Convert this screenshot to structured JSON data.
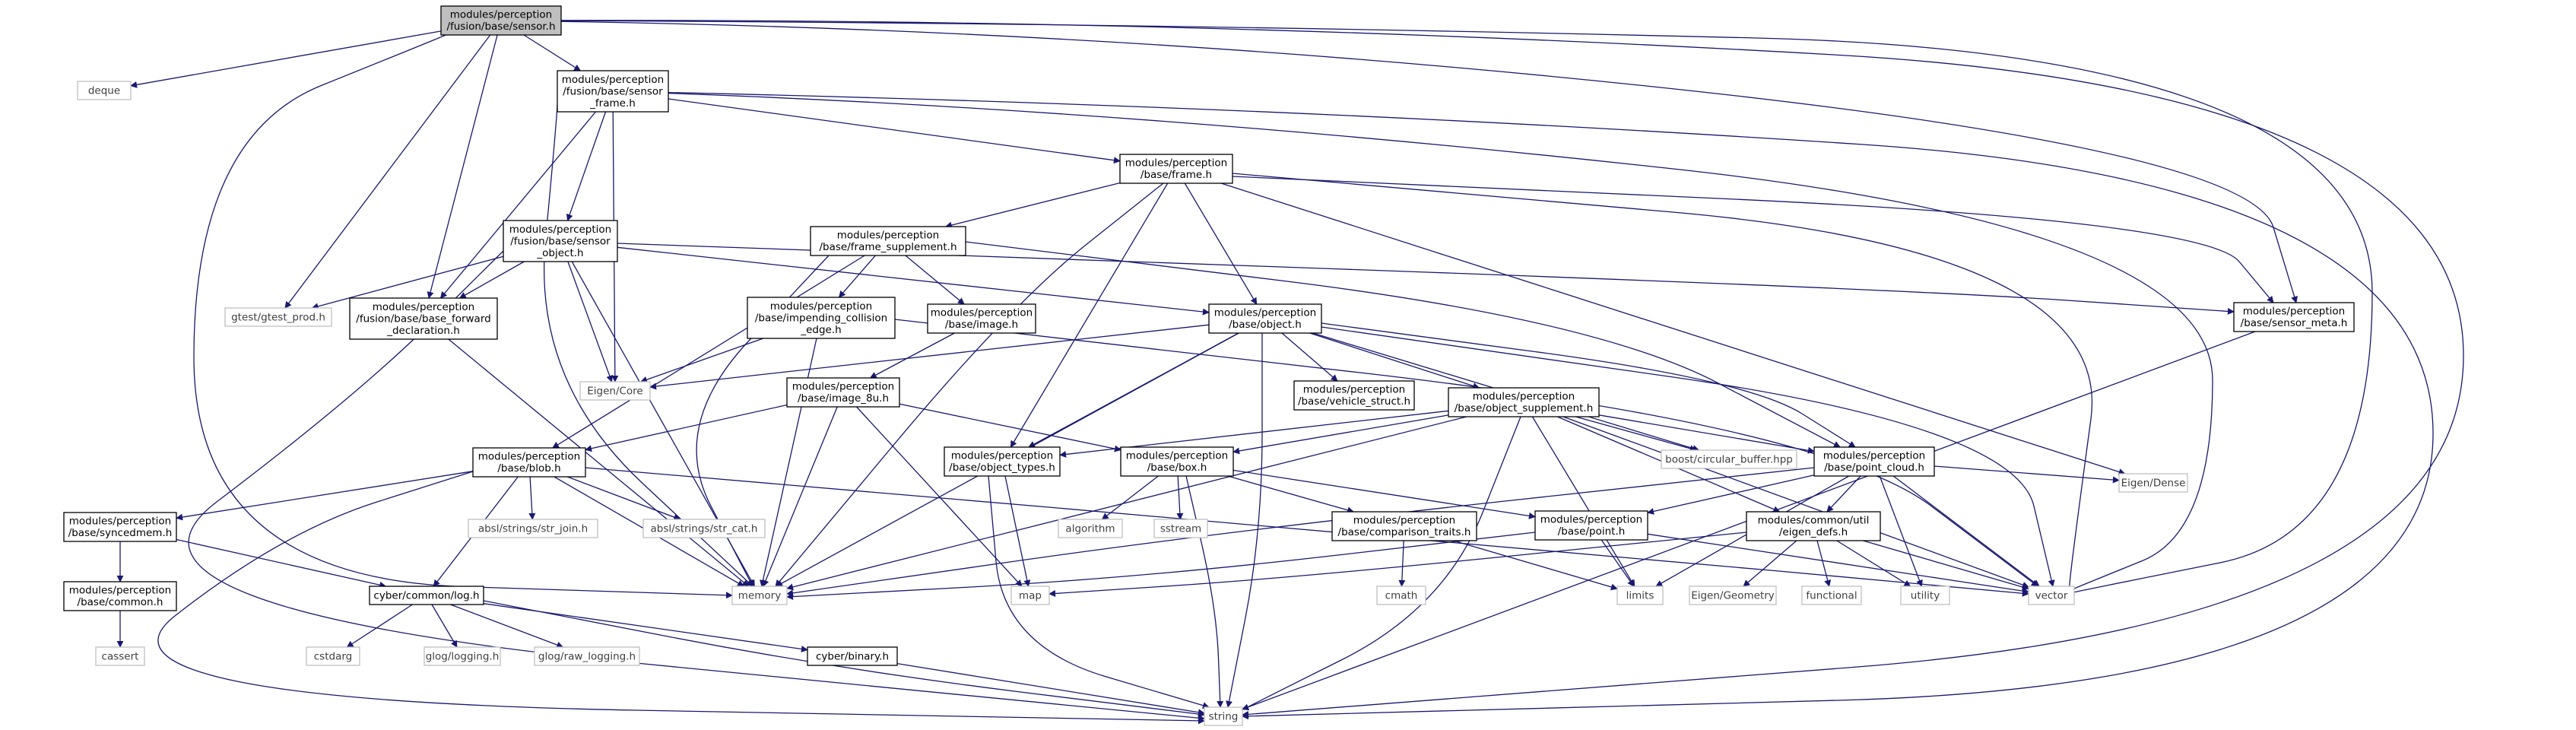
{
  "nodes": [
    {
      "id": "sensor_h",
      "lines": [
        "modules/perception",
        "/fusion/base/sensor.h"
      ],
      "kind": "root"
    },
    {
      "id": "deque",
      "lines": [
        "deque"
      ],
      "kind": "external"
    },
    {
      "id": "sensor_frame_h",
      "lines": [
        "modules/perception",
        "/fusion/base/sensor",
        "_frame.h"
      ],
      "kind": "internal"
    },
    {
      "id": "frame_h",
      "lines": [
        "modules/perception",
        "/base/frame.h"
      ],
      "kind": "internal"
    },
    {
      "id": "frame_supplement_h",
      "lines": [
        "modules/perception",
        "/base/frame_supplement.h"
      ],
      "kind": "internal"
    },
    {
      "id": "sensor_object_h",
      "lines": [
        "modules/perception",
        "/fusion/base/sensor",
        "_object.h"
      ],
      "kind": "internal"
    },
    {
      "id": "gtest_prod_h",
      "lines": [
        "gtest/gtest_prod.h"
      ],
      "kind": "external"
    },
    {
      "id": "base_forward_h",
      "lines": [
        "modules/perception",
        "/fusion/base/base_forward",
        "_declaration.h"
      ],
      "kind": "internal"
    },
    {
      "id": "impending_h",
      "lines": [
        "modules/perception",
        "/base/impending_collision",
        "_edge.h"
      ],
      "kind": "internal"
    },
    {
      "id": "image_h",
      "lines": [
        "modules/perception",
        "/base/image.h"
      ],
      "kind": "internal"
    },
    {
      "id": "object_h",
      "lines": [
        "modules/perception",
        "/base/object.h"
      ],
      "kind": "internal"
    },
    {
      "id": "sensor_meta_h",
      "lines": [
        "modules/perception",
        "/base/sensor_meta.h"
      ],
      "kind": "internal"
    },
    {
      "id": "eigen_core",
      "lines": [
        "Eigen/Core"
      ],
      "kind": "external"
    },
    {
      "id": "image_8u_h",
      "lines": [
        "modules/perception",
        "/base/image_8u.h"
      ],
      "kind": "internal"
    },
    {
      "id": "vehicle_struct_h",
      "lines": [
        "modules/perception",
        "/base/vehicle_struct.h"
      ],
      "kind": "internal"
    },
    {
      "id": "object_supplement_h",
      "lines": [
        "modules/perception",
        "/base/object_supplement.h"
      ],
      "kind": "internal"
    },
    {
      "id": "blob_h",
      "lines": [
        "modules/perception",
        "/base/blob.h"
      ],
      "kind": "internal"
    },
    {
      "id": "object_types_h",
      "lines": [
        "modules/perception",
        "/base/object_types.h"
      ],
      "kind": "internal"
    },
    {
      "id": "box_h",
      "lines": [
        "modules/perception",
        "/base/box.h"
      ],
      "kind": "internal"
    },
    {
      "id": "circular_buffer",
      "lines": [
        "boost/circular_buffer.hpp"
      ],
      "kind": "external"
    },
    {
      "id": "point_cloud_h",
      "lines": [
        "modules/perception",
        "/base/point_cloud.h"
      ],
      "kind": "internal"
    },
    {
      "id": "eigen_dense",
      "lines": [
        "Eigen/Dense"
      ],
      "kind": "external"
    },
    {
      "id": "syncedmem_h",
      "lines": [
        "modules/perception",
        "/base/syncedmem.h"
      ],
      "kind": "internal"
    },
    {
      "id": "str_join",
      "lines": [
        "absl/strings/str_join.h"
      ],
      "kind": "external"
    },
    {
      "id": "str_cat",
      "lines": [
        "absl/strings/str_cat.h"
      ],
      "kind": "external"
    },
    {
      "id": "algorithm",
      "lines": [
        "algorithm"
      ],
      "kind": "external"
    },
    {
      "id": "sstream",
      "lines": [
        "sstream"
      ],
      "kind": "external"
    },
    {
      "id": "comparison_traits_h",
      "lines": [
        "modules/perception",
        "/base/comparison_traits.h"
      ],
      "kind": "internal"
    },
    {
      "id": "point_h",
      "lines": [
        "modules/perception",
        "/base/point.h"
      ],
      "kind": "internal"
    },
    {
      "id": "eigen_defs_h",
      "lines": [
        "modules/common/util",
        "/eigen_defs.h"
      ],
      "kind": "internal"
    },
    {
      "id": "memory",
      "lines": [
        "memory"
      ],
      "kind": "external"
    },
    {
      "id": "map",
      "lines": [
        "map"
      ],
      "kind": "external"
    },
    {
      "id": "limits",
      "lines": [
        "limits"
      ],
      "kind": "external"
    },
    {
      "id": "vector",
      "lines": [
        "vector"
      ],
      "kind": "external"
    },
    {
      "id": "common_h",
      "lines": [
        "modules/perception",
        "/base/common.h"
      ],
      "kind": "internal"
    },
    {
      "id": "log_h",
      "lines": [
        "cyber/common/log.h"
      ],
      "kind": "internal"
    },
    {
      "id": "cmath",
      "lines": [
        "cmath"
      ],
      "kind": "external"
    },
    {
      "id": "eigen_geometry",
      "lines": [
        "Eigen/Geometry"
      ],
      "kind": "external"
    },
    {
      "id": "functional",
      "lines": [
        "functional"
      ],
      "kind": "external"
    },
    {
      "id": "utility",
      "lines": [
        "utility"
      ],
      "kind": "external"
    },
    {
      "id": "cassert",
      "lines": [
        "cassert"
      ],
      "kind": "external"
    },
    {
      "id": "cstdarg",
      "lines": [
        "cstdarg"
      ],
      "kind": "external"
    },
    {
      "id": "glog_logging",
      "lines": [
        "glog/logging.h"
      ],
      "kind": "external"
    },
    {
      "id": "glog_raw_logging",
      "lines": [
        "glog/raw_logging.h"
      ],
      "kind": "external"
    },
    {
      "id": "binary_h",
      "lines": [
        "cyber/binary.h"
      ],
      "kind": "internal"
    },
    {
      "id": "string",
      "lines": [
        "string"
      ],
      "kind": "external"
    }
  ],
  "edges": [
    [
      "sensor_h",
      "deque"
    ],
    [
      "sensor_h",
      "sensor_frame_h"
    ],
    [
      "sensor_h",
      "gtest_prod_h"
    ],
    [
      "sensor_h",
      "base_forward_h"
    ],
    [
      "sensor_h",
      "memory"
    ],
    [
      "sensor_h",
      "sensor_meta_h"
    ],
    [
      "sensor_h",
      "vector"
    ],
    [
      "sensor_h",
      "string"
    ],
    [
      "sensor_frame_h",
      "frame_h"
    ],
    [
      "sensor_frame_h",
      "sensor_object_h"
    ],
    [
      "sensor_frame_h",
      "base_forward_h"
    ],
    [
      "sensor_frame_h",
      "eigen_core"
    ],
    [
      "sensor_frame_h",
      "memory"
    ],
    [
      "sensor_frame_h",
      "vector"
    ],
    [
      "sensor_frame_h",
      "string"
    ],
    [
      "frame_h",
      "frame_supplement_h"
    ],
    [
      "frame_h",
      "object_h"
    ],
    [
      "frame_h",
      "object_types_h"
    ],
    [
      "frame_h",
      "sensor_meta_h"
    ],
    [
      "frame_h",
      "memory"
    ],
    [
      "frame_h",
      "eigen_dense"
    ],
    [
      "frame_h",
      "vector"
    ],
    [
      "frame_supplement_h",
      "impending_h"
    ],
    [
      "frame_supplement_h",
      "image_h"
    ],
    [
      "frame_supplement_h",
      "point_cloud_h"
    ],
    [
      "frame_supplement_h",
      "blob_h"
    ],
    [
      "frame_supplement_h",
      "memory"
    ],
    [
      "sensor_object_h",
      "gtest_prod_h"
    ],
    [
      "sensor_object_h",
      "base_forward_h"
    ],
    [
      "sensor_object_h",
      "object_h"
    ],
    [
      "sensor_object_h",
      "sensor_meta_h"
    ],
    [
      "sensor_object_h",
      "eigen_core"
    ],
    [
      "sensor_object_h",
      "memory"
    ],
    [
      "sensor_object_h",
      "string"
    ],
    [
      "base_forward_h",
      "memory"
    ],
    [
      "impending_h",
      "eigen_core"
    ],
    [
      "impending_h",
      "memory"
    ],
    [
      "impending_h",
      "vector"
    ],
    [
      "image_h",
      "image_8u_h"
    ],
    [
      "object_h",
      "eigen_core"
    ],
    [
      "object_h",
      "vehicle_struct_h"
    ],
    [
      "object_h",
      "object_supplement_h"
    ],
    [
      "object_h",
      "object_types_h"
    ],
    [
      "object_h",
      "circular_buffer"
    ],
    [
      "object_h",
      "point_cloud_h"
    ],
    [
      "object_h",
      "memory"
    ],
    [
      "object_h",
      "string"
    ],
    [
      "object_h",
      "vector"
    ],
    [
      "image_8u_h",
      "blob_h"
    ],
    [
      "image_8u_h",
      "box_h"
    ],
    [
      "image_8u_h",
      "memory"
    ],
    [
      "image_8u_h",
      "map"
    ],
    [
      "object_supplement_h",
      "object_types_h"
    ],
    [
      "object_supplement_h",
      "box_h"
    ],
    [
      "object_supplement_h",
      "circular_buffer"
    ],
    [
      "object_supplement_h",
      "point_cloud_h"
    ],
    [
      "object_supplement_h",
      "eigen_defs_h"
    ],
    [
      "object_supplement_h",
      "limits"
    ],
    [
      "object_supplement_h",
      "memory"
    ],
    [
      "object_supplement_h",
      "string"
    ],
    [
      "object_supplement_h",
      "vector"
    ],
    [
      "blob_h",
      "syncedmem_h"
    ],
    [
      "blob_h",
      "log_h"
    ],
    [
      "blob_h",
      "str_join"
    ],
    [
      "blob_h",
      "str_cat"
    ],
    [
      "blob_h",
      "memory"
    ],
    [
      "blob_h",
      "string"
    ],
    [
      "blob_h",
      "vector"
    ],
    [
      "object_types_h",
      "map"
    ],
    [
      "object_types_h",
      "string"
    ],
    [
      "box_h",
      "algorithm"
    ],
    [
      "box_h",
      "sstream"
    ],
    [
      "box_h",
      "comparison_traits_h"
    ],
    [
      "box_h",
      "point_h"
    ],
    [
      "box_h",
      "string"
    ],
    [
      "point_cloud_h",
      "point_h"
    ],
    [
      "point_cloud_h",
      "eigen_defs_h"
    ],
    [
      "point_cloud_h",
      "eigen_dense"
    ],
    [
      "point_cloud_h",
      "limits"
    ],
    [
      "point_cloud_h",
      "memory"
    ],
    [
      "point_cloud_h",
      "utility"
    ],
    [
      "point_cloud_h",
      "vector"
    ],
    [
      "syncedmem_h",
      "common_h"
    ],
    [
      "syncedmem_h",
      "log_h"
    ],
    [
      "comparison_traits_h",
      "cmath"
    ],
    [
      "comparison_traits_h",
      "limits"
    ],
    [
      "point_h",
      "limits"
    ],
    [
      "point_h",
      "memory"
    ],
    [
      "point_h",
      "vector"
    ],
    [
      "eigen_defs_h",
      "eigen_geometry"
    ],
    [
      "eigen_defs_h",
      "functional"
    ],
    [
      "eigen_defs_h",
      "utility"
    ],
    [
      "eigen_defs_h",
      "map"
    ],
    [
      "eigen_defs_h",
      "vector"
    ],
    [
      "common_h",
      "cassert"
    ],
    [
      "log_h",
      "cstdarg"
    ],
    [
      "log_h",
      "glog_logging"
    ],
    [
      "log_h",
      "glog_raw_logging"
    ],
    [
      "log_h",
      "binary_h"
    ],
    [
      "log_h",
      "string"
    ],
    [
      "binary_h",
      "string"
    ],
    [
      "sensor_meta_h",
      "string"
    ]
  ],
  "colors": {
    "edge": "#191970",
    "internal_border": "#000000",
    "external_border": "#bfbfbf",
    "external_text": "#3f3f3f",
    "root_fill": "#bfbfbf",
    "text": "#000000"
  }
}
